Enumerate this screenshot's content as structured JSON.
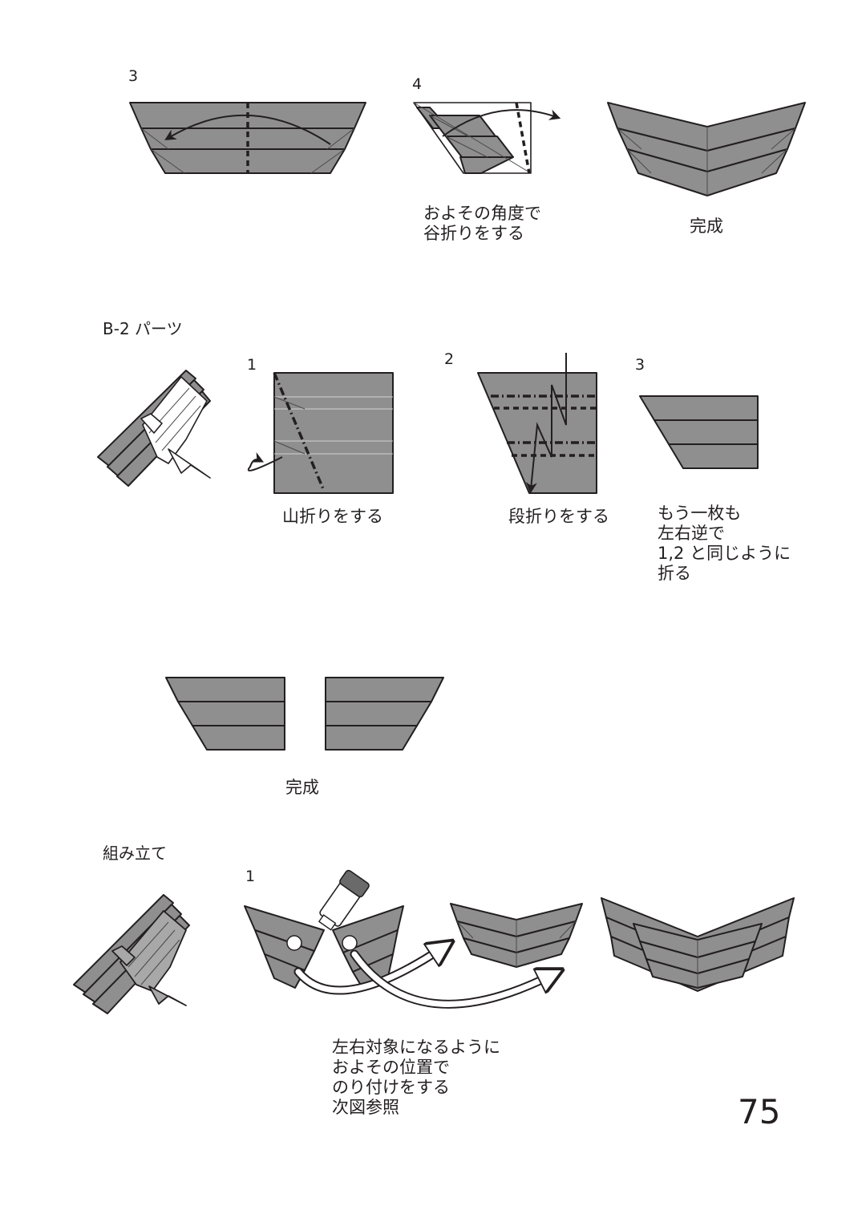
{
  "steps": {
    "top_3": "3",
    "top_4": "4",
    "b2_1": "1",
    "b2_2": "2",
    "b2_3": "3",
    "asm_1": "1"
  },
  "labels": {
    "top_step4": "およその角度で\n谷折りをする",
    "top_complete": "完成",
    "b2_step1": "山折りをする",
    "b2_step2": "段折りをする",
    "b2_step3": "もう一枚も\n左右逆で\n1,2 と同じように\n折る",
    "b2_complete": "完成",
    "asm_step1": "左右対象になるように\nおよその位置で\nのり付けをする\n次図参照"
  },
  "sections": {
    "b2_title": "B-2 パーツ",
    "assembly_title": "組み立て"
  },
  "page_number": "75",
  "colors": {
    "paper_gray": "#8f8f8f",
    "ink": "#231f20"
  },
  "icons": [
    "glue-stick-icon",
    "glue-dot-icon",
    "arrow-icon",
    "eagle-model-icon"
  ]
}
